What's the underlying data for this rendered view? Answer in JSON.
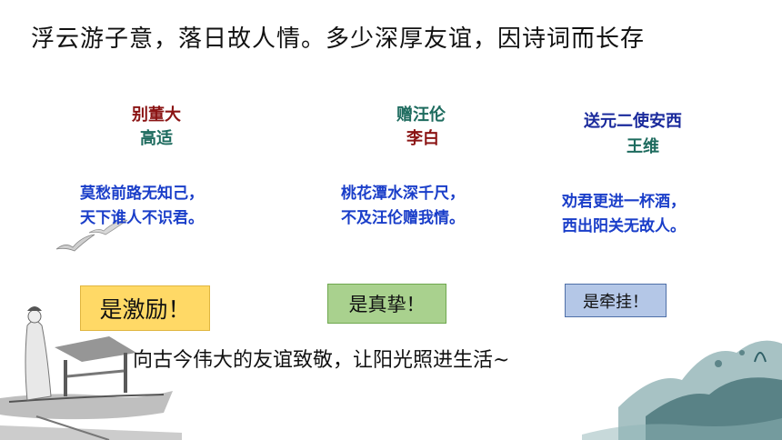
{
  "heading": "浮云游子意，落日故人情。多少深厚友谊，因诗词而长存",
  "poems": [
    {
      "title": "别董大",
      "author": "高适",
      "line1": "莫愁前路无知己，",
      "line2": "天下谁人不识君。",
      "title_color": "#8b1414"
    },
    {
      "title": "赠汪伦",
      "author": "李白",
      "line1": "桃花潭水深千尺，",
      "line2": "不及汪伦赠我情。",
      "title_color": "#1d6b5e",
      "author_color": "#8b1414"
    },
    {
      "title": "送元二使安西",
      "author": "王维",
      "line1": "劝君更进一杯酒，",
      "line2": "西出阳关无故人。",
      "title_color": "#1a2a9c"
    }
  ],
  "tags": [
    "是激励！",
    "是真挚！",
    "是牵挂！"
  ],
  "footer": "向古今伟大的友谊致敬，让阳光照进生活~"
}
